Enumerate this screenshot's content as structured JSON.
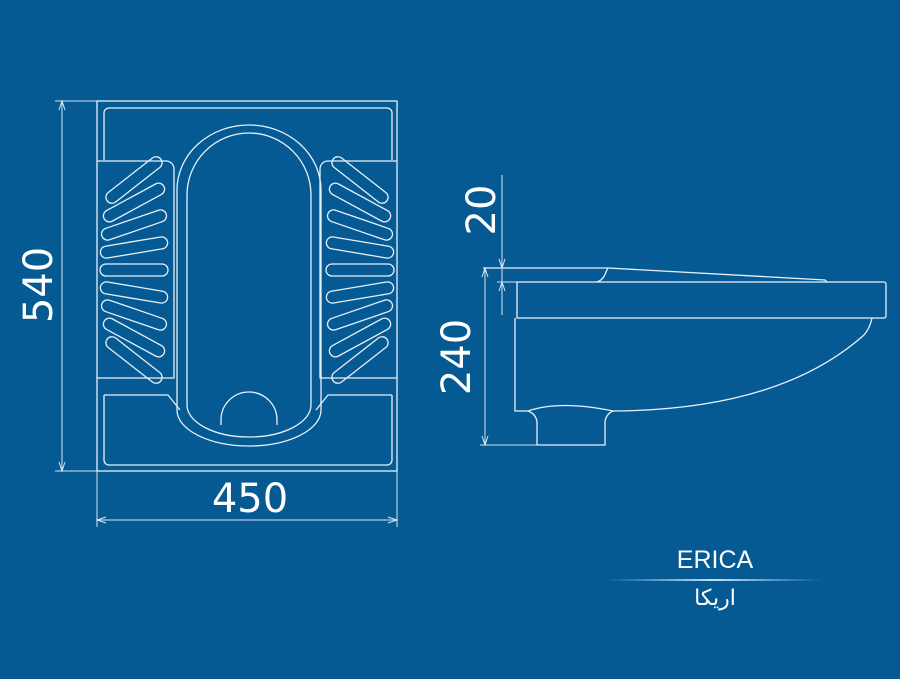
{
  "dimensions": {
    "width": "450",
    "length": "540",
    "rim": "20",
    "height": "240"
  },
  "product": {
    "name_en": "ERICA",
    "name_fa": "اریکا"
  },
  "colors": {
    "background": "#065a94",
    "line": "#e6f0f8"
  }
}
